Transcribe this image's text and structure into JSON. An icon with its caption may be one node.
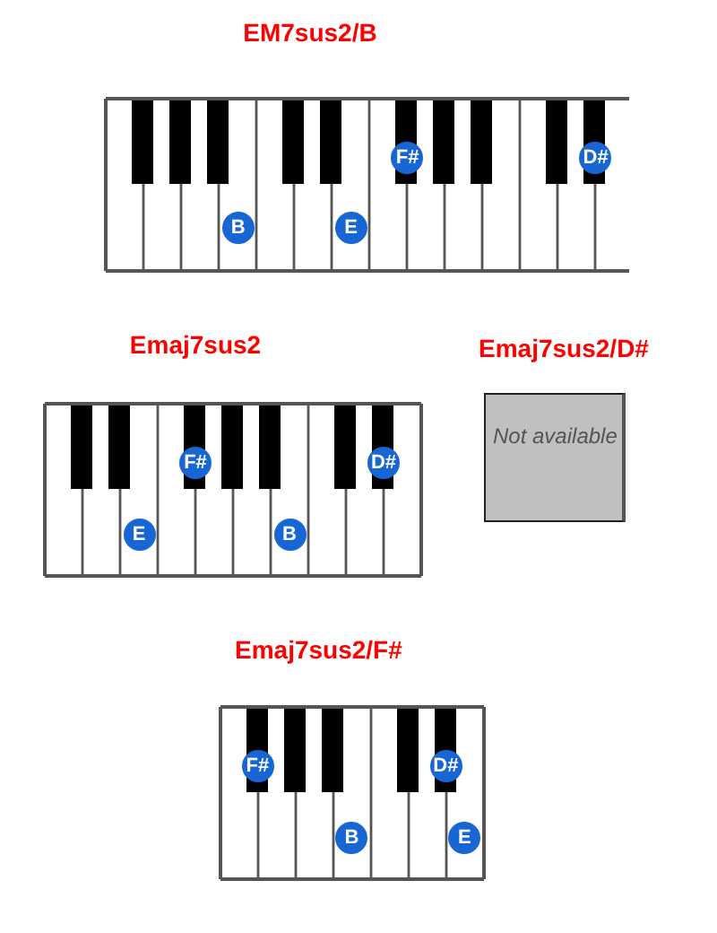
{
  "diagram": {
    "nodes": [
      {
        "text": [
          "EM7sus2/B"
        ]
      },
      {
        "text": [
          "B"
        ],
        "in": 0
      },
      {
        "text": [
          "E"
        ],
        "in": 0
      },
      {
        "text": [
          "F#"
        ],
        "in": 0
      },
      {
        "text": [
          "D#"
        ],
        "in": 0
      },
      {
        "text": [
          "Emaj7sus2"
        ]
      },
      {
        "text": [
          "E"
        ],
        "in": 5
      },
      {
        "text": [
          "F#"
        ],
        "in": 5
      },
      {
        "text": [
          "B"
        ],
        "in": 5
      },
      {
        "text": [
          "D#"
        ],
        "in": 5
      },
      {
        "text": [
          "Emaj7sus2/D#",
          "Not available"
        ]
      },
      {
        "text": [
          "Emaj7sus2/F#"
        ]
      },
      {
        "text": [
          "F#"
        ],
        "in": 11
      },
      {
        "text": [
          "B"
        ],
        "in": 11
      },
      {
        "text": [
          "D#"
        ],
        "in": 11
      },
      {
        "text": [
          "E"
        ],
        "in": 11
      }
    ]
  }
}
